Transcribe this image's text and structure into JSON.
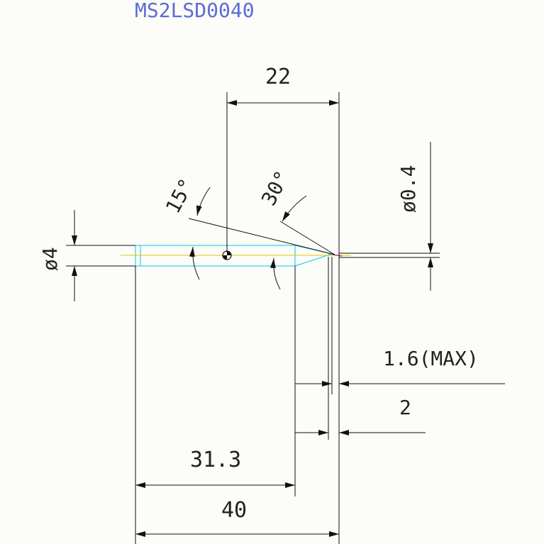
{
  "title": "MS2LSD0040",
  "dimensions": {
    "center_to_tip": "22",
    "diameter_shank": "ø4",
    "diameter_tip": "ø0.4",
    "angle_15": "15°",
    "angle_30": "30°",
    "tip_length_max": "1.6(MAX)",
    "neck_length": "2",
    "body_length": "31.3",
    "overall_length": "40"
  },
  "colors": {
    "line": "#111111",
    "tool_outline": "#00c8e0",
    "axis": "#e6c400",
    "title": "#5b6bd6",
    "tip": "#d0309a"
  }
}
